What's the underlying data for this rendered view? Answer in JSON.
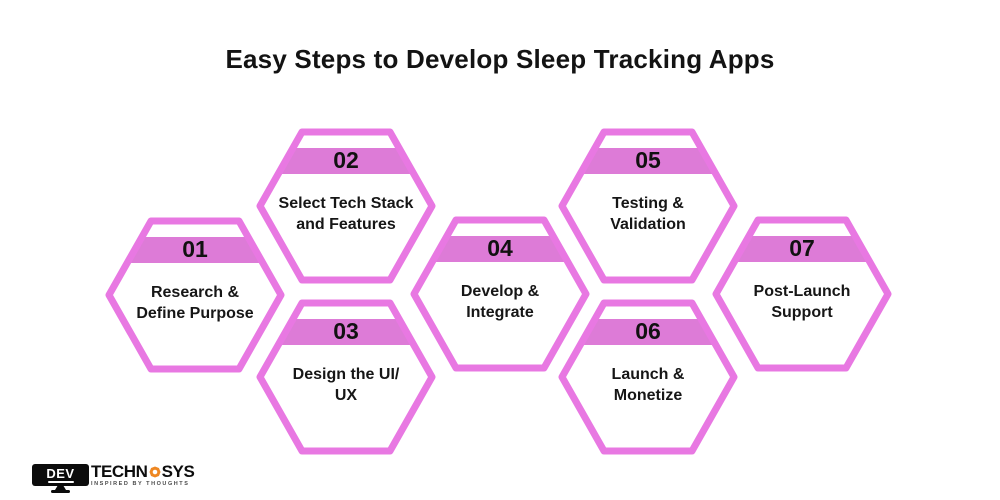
{
  "title": "Easy Steps to Develop Sleep Tracking Apps",
  "colors": {
    "hex_border": "#E878E2",
    "hex_band": "#DD7BD7",
    "title_text": "#131313",
    "step_text": "#161616",
    "logo_orange": "#EE8722",
    "logo_black": "#0c0c0c"
  },
  "steps": [
    {
      "number": "01",
      "label": "Research &\nDefine Purpose"
    },
    {
      "number": "02",
      "label": "Select Tech Stack\nand Features"
    },
    {
      "number": "03",
      "label": "Design the UI/\nUX"
    },
    {
      "number": "04",
      "label": "Develop &\nIntegrate"
    },
    {
      "number": "05",
      "label": "Testing &\nValidation"
    },
    {
      "number": "06",
      "label": "Launch &\nMonetize"
    },
    {
      "number": "07",
      "label": "Post-Launch\nSupport"
    }
  ],
  "logo": {
    "monitor_text": "DEV",
    "brand_left": "TECHN",
    "brand_right": "SYS",
    "tagline": "INSPIRED BY THOUGHTS"
  }
}
